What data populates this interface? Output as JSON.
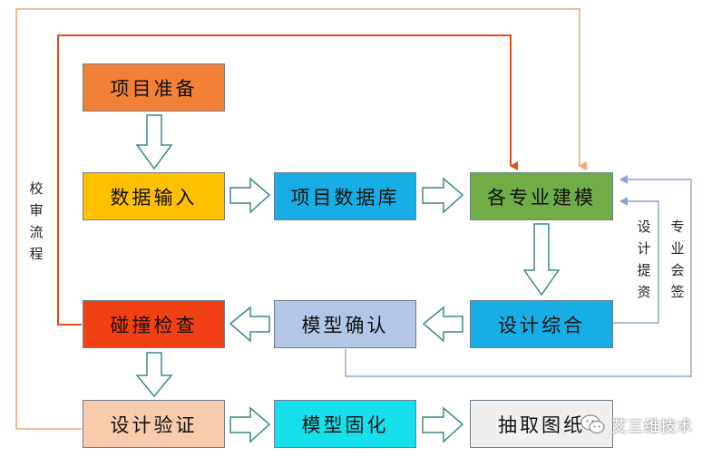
{
  "nodes": {
    "project_prep": {
      "label": "项目准备",
      "fill": "#f28138"
    },
    "data_input": {
      "label": "数据输入",
      "fill": "#ffc000"
    },
    "project_db": {
      "label": "项目数据库",
      "fill": "#16aee4"
    },
    "discipline_modeling": {
      "label": "各专业建模",
      "fill": "#70ad47"
    },
    "design_integration": {
      "label": "设计综合",
      "fill": "#16aee4"
    },
    "model_confirm": {
      "label": "模型确认",
      "fill": "#b4c6e7"
    },
    "clash_check": {
      "label": "碰撞检查",
      "fill": "#f24015"
    },
    "design_verify": {
      "label": "设计验证",
      "fill": "#f8cbad"
    },
    "model_freeze": {
      "label": "模型固化",
      "fill": "#16e0ec"
    },
    "drawing_extract": {
      "label": "抽取图纸",
      "fill": "#efefef"
    }
  },
  "side_labels": {
    "review_flow": "校审流程",
    "design_data": "设计提资",
    "discipline_signoff": "专业会签"
  },
  "watermark": {
    "text": "艾三维技术",
    "icon": "wechat-icon"
  },
  "colors": {
    "block_arrow_fill": "#ffffff",
    "block_arrow_stroke": "#3a8a8a",
    "review_loop_line": "#f4a67a",
    "clash_loop_line": "#e0501e",
    "feedback_line": "#8ca3cf"
  }
}
